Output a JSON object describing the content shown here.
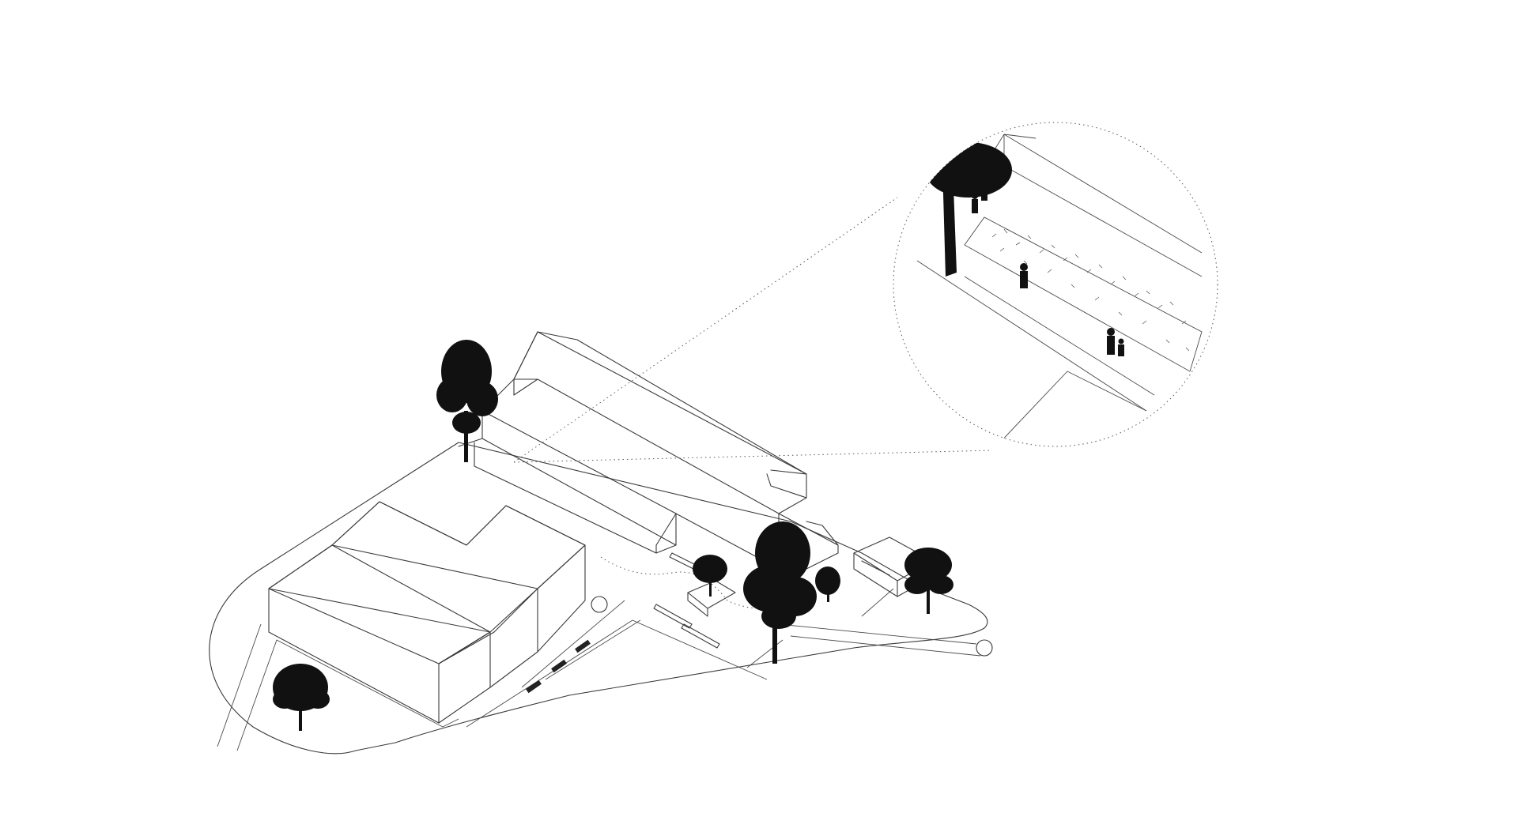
{
  "figure": {
    "kind": "axonometric-site-plan",
    "style": "monochrome line drawing",
    "line_color": "#3a3a3a",
    "fill_color": "#111111",
    "background": "#ffffff",
    "elements": {
      "site_outline": "site-outline",
      "buildings": [
        "large-hall-building",
        "long-gabled-building",
        "small-corner-building"
      ],
      "trees": 8,
      "zoom_callout": "circular-detail-magnifier"
    }
  }
}
